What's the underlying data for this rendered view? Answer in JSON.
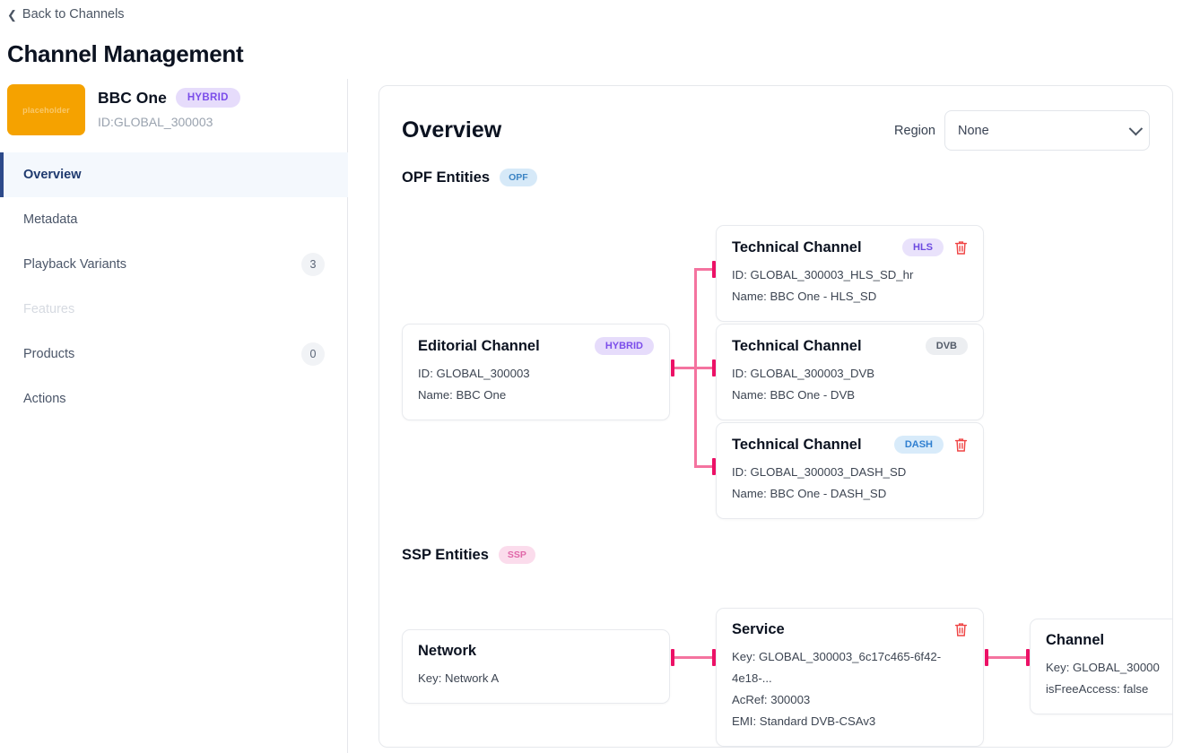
{
  "header": {
    "back_label": "Back to Channels",
    "back_icon": "chevron-left-icon",
    "page_title": "Channel Management"
  },
  "sidebar": {
    "channel": {
      "thumb_text": "placeholder",
      "thumb_color": "#F5A200",
      "name": "BBC One",
      "badge": "HYBRID",
      "id_text": "ID:GLOBAL_300003"
    },
    "items": [
      {
        "label": "Overview",
        "count": "",
        "state": "active"
      },
      {
        "label": "Metadata",
        "count": "",
        "state": "normal"
      },
      {
        "label": "Playback Variants",
        "count": "3",
        "state": "normal"
      },
      {
        "label": "Features",
        "count": "",
        "state": "disabled"
      },
      {
        "label": "Products",
        "count": "0",
        "state": "normal"
      },
      {
        "label": "Actions",
        "count": "",
        "state": "normal"
      }
    ]
  },
  "main": {
    "title": "Overview",
    "region": {
      "label": "Region",
      "value": "None",
      "options": [
        "None"
      ]
    },
    "opf_section": {
      "title": "OPF Entities",
      "badge": "OPF"
    },
    "ssp_section": {
      "title": "SSP Entities",
      "badge": "SSP"
    },
    "opf_entities": {
      "editorial": {
        "title": "Editorial Channel",
        "badge": "HYBRID",
        "badge_kind": "hybrid",
        "lines": [
          "ID: GLOBAL_300003",
          "Name: BBC One"
        ],
        "deletable": false
      },
      "technical": [
        {
          "title": "Technical Channel",
          "badge": "HLS",
          "badge_kind": "hls",
          "lines": [
            "ID: GLOBAL_300003_HLS_SD_hr",
            "Name: BBC One - HLS_SD"
          ],
          "deletable": true
        },
        {
          "title": "Technical Channel",
          "badge": "DVB",
          "badge_kind": "dvb",
          "lines": [
            "ID: GLOBAL_300003_DVB",
            "Name: BBC One - DVB"
          ],
          "deletable": false
        },
        {
          "title": "Technical Channel",
          "badge": "DASH",
          "badge_kind": "dash",
          "lines": [
            "ID: GLOBAL_300003_DASH_SD",
            "Name: BBC One - DASH_SD"
          ],
          "deletable": true
        }
      ]
    },
    "ssp_entities": {
      "network": {
        "title": "Network",
        "lines": [
          "Key: Network A"
        ],
        "deletable": false
      },
      "service": {
        "title": "Service",
        "lines": [
          "Key: GLOBAL_300003_6c17c465-6f42-4e18-...",
          "AcRef: 300003",
          "EMI: Standard DVB-CSAv3"
        ],
        "deletable": true
      },
      "channel": {
        "title": "Channel",
        "lines": [
          "Key: GLOBAL_30000",
          "isFreeAccess: false"
        ],
        "deletable": false
      }
    },
    "icons": {
      "delete": "trash-icon",
      "dropdown": "chevron-down-icon"
    },
    "colors": {
      "connector_line": "#f4739f",
      "connector_cap": "#ec1166",
      "accent_active": "#2d4a8a",
      "danger": "#ef4444"
    }
  }
}
